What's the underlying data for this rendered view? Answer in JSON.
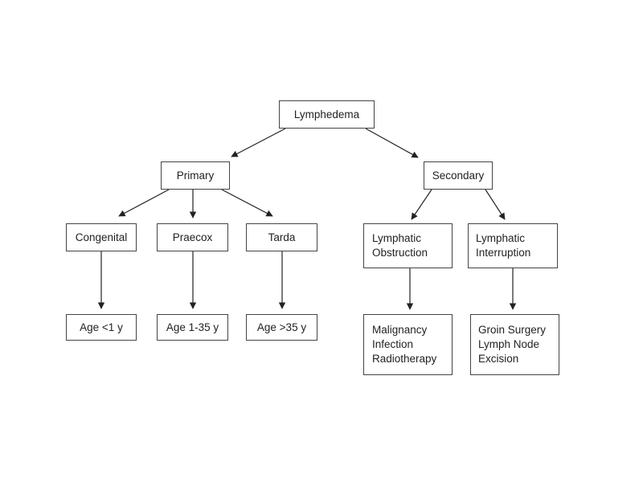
{
  "diagram": {
    "nodes": {
      "lymphedema": {
        "label": "Lymphedema"
      },
      "primary": {
        "label": "Primary"
      },
      "secondary": {
        "label": "Secondary"
      },
      "congenital": {
        "label": "Congenital"
      },
      "praecox": {
        "label": "Praecox"
      },
      "tarda": {
        "label": "Tarda"
      },
      "lymphatic_obstruction": {
        "label": "Lymphatic\nObstruction"
      },
      "lymphatic_interruption": {
        "label": "Lymphatic\nInterruption"
      },
      "age_congenital": {
        "label": "Age <1 y"
      },
      "age_praecox": {
        "label": "Age 1-35 y"
      },
      "age_tarda": {
        "label": "Age >35 y"
      },
      "obstruction_causes": {
        "label": "Malignancy\nInfection\nRadiotherapy"
      },
      "interruption_causes": {
        "label": "Groin Surgery\nLymph Node\nExcision"
      }
    },
    "edges": [
      {
        "from": "lymphedema",
        "to": "primary"
      },
      {
        "from": "lymphedema",
        "to": "secondary"
      },
      {
        "from": "primary",
        "to": "congenital"
      },
      {
        "from": "primary",
        "to": "praecox"
      },
      {
        "from": "primary",
        "to": "tarda"
      },
      {
        "from": "secondary",
        "to": "lymphatic_obstruction"
      },
      {
        "from": "secondary",
        "to": "lymphatic_interruption"
      },
      {
        "from": "congenital",
        "to": "age_congenital"
      },
      {
        "from": "praecox",
        "to": "age_praecox"
      },
      {
        "from": "tarda",
        "to": "age_tarda"
      },
      {
        "from": "lymphatic_obstruction",
        "to": "obstruction_causes"
      },
      {
        "from": "lymphatic_interruption",
        "to": "interruption_causes"
      }
    ],
    "colors": {
      "line": "#222222",
      "border": "#444444",
      "text": "#222222",
      "background": "#ffffff"
    }
  }
}
